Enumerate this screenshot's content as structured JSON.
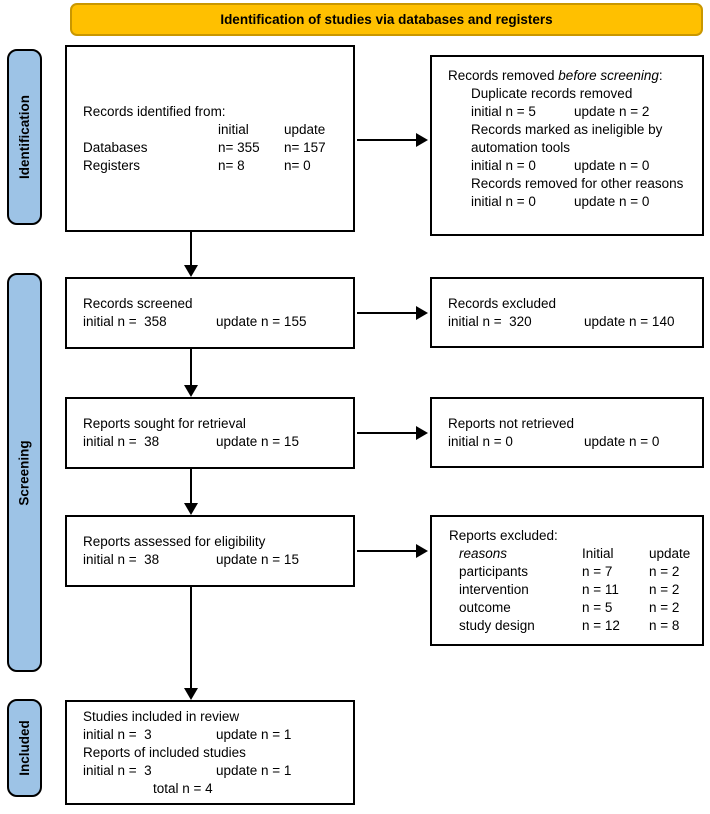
{
  "colors": {
    "banner_bg": "#FFC000",
    "banner_border": "#C99700",
    "sidebar_bg": "#9DC3E6"
  },
  "banner": {
    "label": "Identification of studies via databases and registers"
  },
  "sidebar": {
    "items": [
      {
        "label": "Identification"
      },
      {
        "label": "Screening"
      },
      {
        "label": "Included"
      }
    ]
  },
  "flow": {
    "box_identified": {
      "title": "Records identified from:",
      "table": {
        "headers": [
          "",
          "initial",
          "update"
        ],
        "rows": [
          [
            "Databases",
            "n= 355",
            "n= 157"
          ],
          [
            "Registers",
            "n= 8",
            "n= 0"
          ]
        ]
      }
    },
    "box_removed": {
      "title_prefix": "Records removed ",
      "title_italic": "before screening",
      "title_suffix": ":",
      "items": [
        {
          "label": "Duplicate records removed",
          "initial": "initial n = 5",
          "update": "update n = 2"
        },
        {
          "label": "Records marked as ineligible by automation tools",
          "initial": "initial n = 0",
          "update": "update n = 0"
        },
        {
          "label": "Records removed for other reasons",
          "initial": "initial n = 0",
          "update": "update n = 0"
        }
      ]
    },
    "box_screened": {
      "title": "Records screened",
      "initial": "initial n =  358",
      "update": "update n = 155"
    },
    "box_excluded": {
      "title": "Records excluded",
      "initial": "initial n =  320",
      "update": "update n = 140"
    },
    "box_sought": {
      "title": "Reports sought for retrieval",
      "initial": "initial n =  38",
      "update": "update n = 15"
    },
    "box_not_retrieved": {
      "title": "Reports not retrieved",
      "initial": "initial n = 0",
      "update": "update n = 0"
    },
    "box_assessed": {
      "title": "Reports assessed for eligibility",
      "initial": "initial n =  38",
      "update": "update n = 15"
    },
    "box_reports_excluded": {
      "title": "Reports excluded:",
      "table": {
        "headers": [
          "reasons",
          "Initial",
          "update"
        ],
        "rows": [
          [
            "participants",
            "n = 7",
            "n = 2"
          ],
          [
            "intervention",
            "n = 11",
            "n = 2"
          ],
          [
            "outcome",
            "n = 5",
            "n = 2"
          ],
          [
            "study design",
            "n = 12",
            "n = 8"
          ]
        ]
      }
    },
    "box_included": {
      "line1": "Studies included in review",
      "line1_initial": "initial n =  3",
      "line1_update": "update n = 1",
      "line2": "Reports of included studies",
      "line2_initial": "initial n =  3",
      "line2_update": "update n = 1",
      "total": "total n = 4"
    }
  }
}
